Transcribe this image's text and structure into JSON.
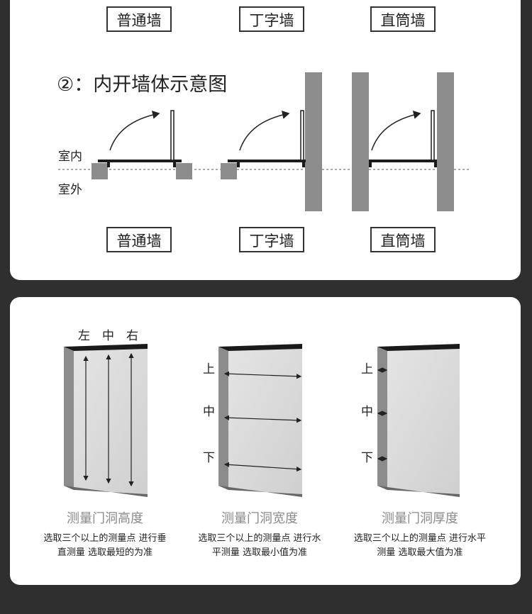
{
  "top_panel": {
    "top_row_labels": [
      "普通墙",
      "丁字墙",
      "直筒墙"
    ],
    "heading": "②：内开墙体示意图",
    "indoor_label": "室内",
    "outdoor_label": "室外",
    "bottom_row_labels": [
      "普通墙",
      "丁字墙",
      "直筒墙"
    ]
  },
  "measure_panel": {
    "height": {
      "position_labels": [
        "左",
        "中",
        "右"
      ],
      "title": "测量门洞高度",
      "desc_line1": "选取三个以上的测量点  进行垂",
      "desc_line2": "直测量  选取最短的为准"
    },
    "width": {
      "position_labels": [
        "上",
        "中",
        "下"
      ],
      "title": "测量门洞宽度",
      "desc_line1": "选取三个以上的测量点  进行水",
      "desc_line2": "平测量  选取最小值为准"
    },
    "thickness": {
      "position_labels": [
        "上",
        "中",
        "下"
      ],
      "title": "测量门洞厚度",
      "desc_line1": "选取三个以上的测量点  进行水平",
      "desc_line2": "测量  选取最大值为准"
    }
  },
  "colors": {
    "wall_gray": "#8c8c8c",
    "frame_dark": "#1a1a1a",
    "panel_light": "#dcdcdc",
    "caption_gray": "#8a8a8a"
  }
}
